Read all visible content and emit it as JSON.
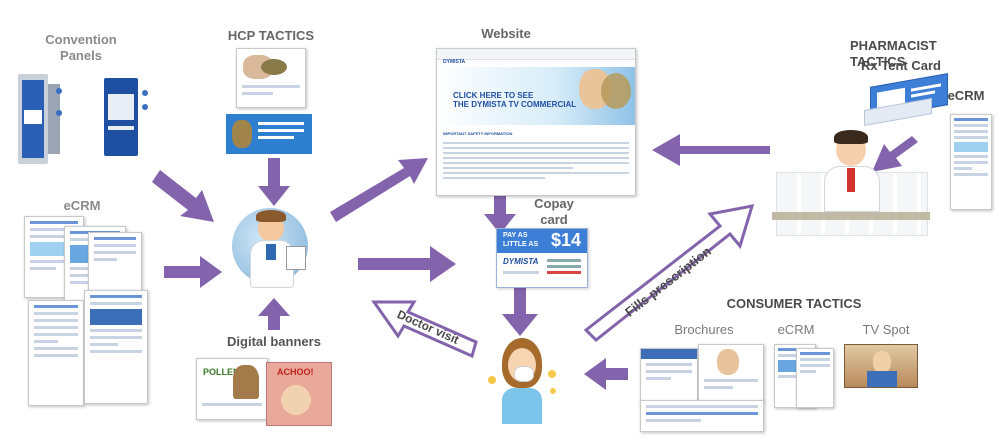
{
  "labels": {
    "convention_panels": "Convention\nPanels",
    "hcp_tactics": "HCP TACTICS",
    "website": "Website",
    "pharmacist_tactics": "PHARMACIST TACTICS",
    "rx_tent_card": "Rx Tent Card",
    "ecrm_pharmacist": "eCRM",
    "ecrm_left": "eCRM",
    "copay_card": "Copay\ncard",
    "digital_banners": "Digital banners",
    "consumer_tactics": "CONSUMER TACTICS",
    "brochures": "Brochures",
    "ecrm_consumer": "eCRM",
    "tv_spot": "TV Spot",
    "doctor_visit": "Doctor visit",
    "fills_prescription": "Fills prescription"
  },
  "website": {
    "brand": "DYMISTA",
    "headline1": "CLICK HERE TO SEE",
    "headline2": "THE DYMISTA TV COMMERCIAL",
    "safety_heading": "IMPORTANT SAFETY INFORMATION"
  },
  "copay": {
    "pay_line1": "PAY AS",
    "pay_line2": "LITTLE AS",
    "amount": "$14",
    "brand": "DYMISTA"
  },
  "banners": {
    "pollen": "POLLEN",
    "achoo": "ACHOO!"
  },
  "colors": {
    "arrow": "#8363ab",
    "label": "#8a8a8a",
    "label_dark": "#4a4a4a",
    "copay_blue": "#3d7ed6"
  }
}
